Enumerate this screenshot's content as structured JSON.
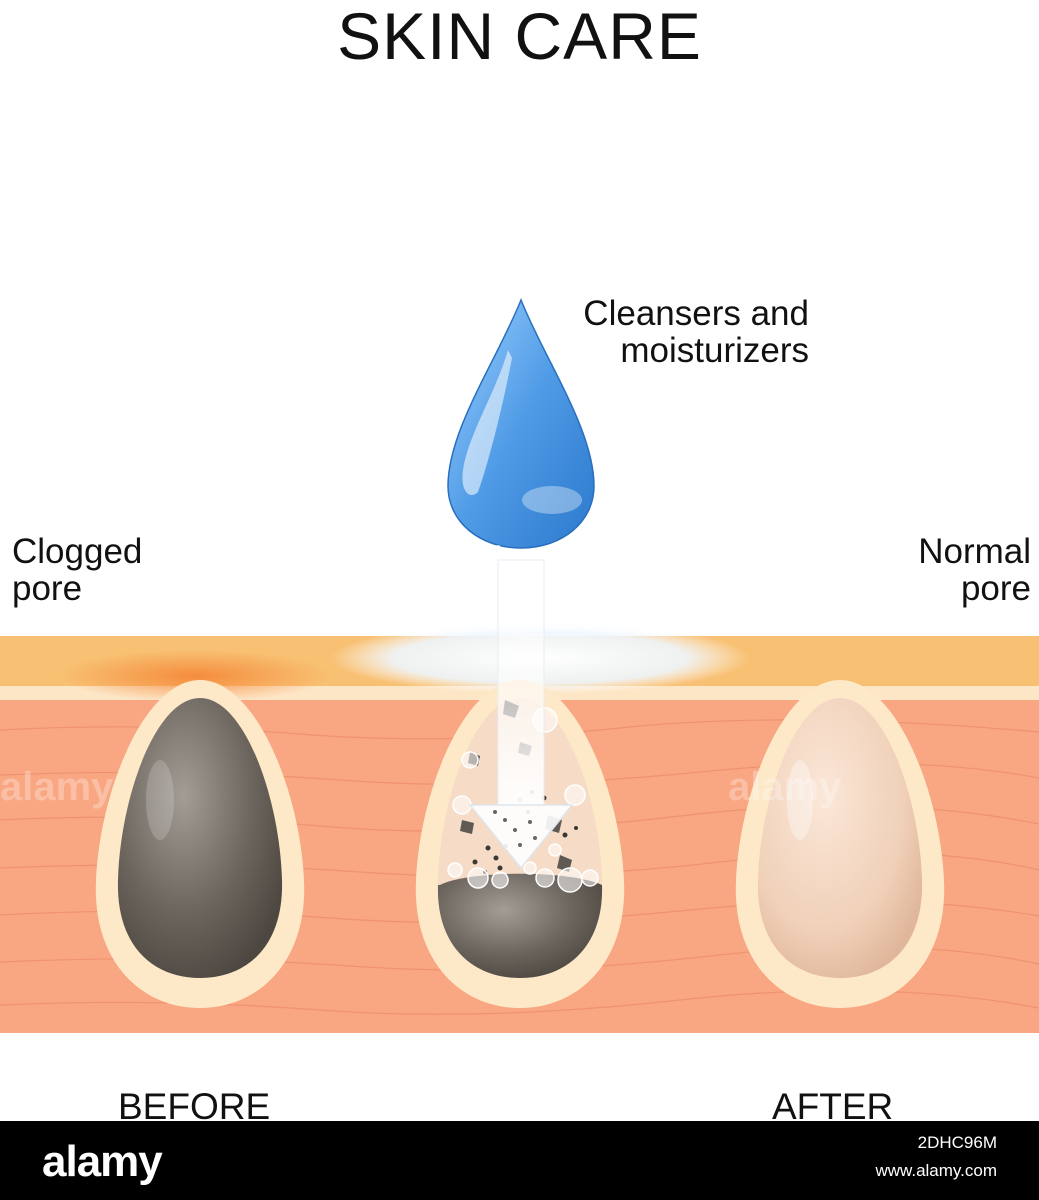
{
  "title": "SKIN CARE",
  "labels": {
    "cleansers": [
      "Cleansers and",
      "moisturizers"
    ],
    "clogged": [
      "Clogged",
      "pore"
    ],
    "normal": [
      "Normal",
      "pore"
    ],
    "before": "BEFORE",
    "after": "AFTER"
  },
  "watermark": "alamy",
  "footer": {
    "brand": "alamy",
    "image_id": "2DHC96M",
    "site": "www.alamy.com"
  },
  "colors": {
    "epidermis": "#f8c072",
    "dermis": "#f9a682",
    "pore_rim": "#fde8c8",
    "clogged_fill": "#6e6760",
    "clean_fill": "#f0d2bc",
    "drop": "#5aa3e8",
    "footer_bg": "#000000"
  }
}
